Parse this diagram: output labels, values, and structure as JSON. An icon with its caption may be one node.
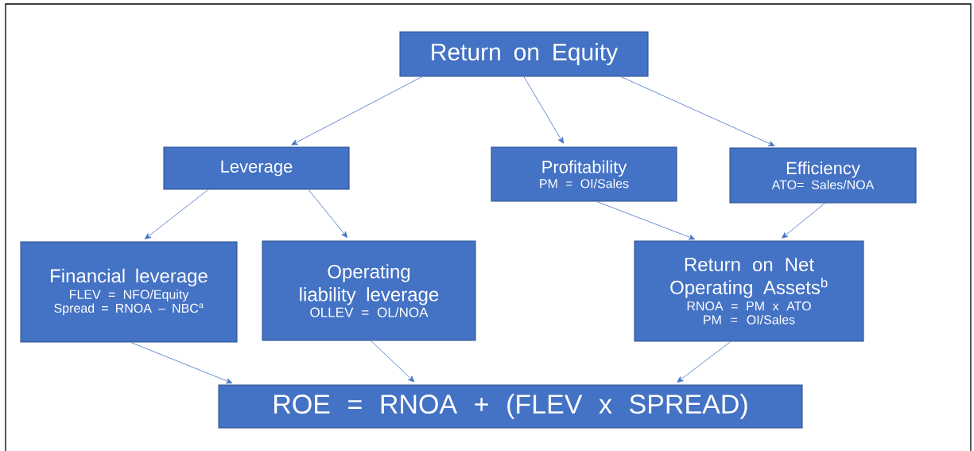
{
  "diagram": {
    "nodes": [
      {
        "text": [
          "Return on Equity"
        ]
      },
      {
        "text": [
          "Leverage"
        ]
      },
      {
        "text": [
          "Profitability",
          "PM = OI/Sales"
        ]
      },
      {
        "text": [
          "Efficiency",
          "ATO= Sales/NOA"
        ]
      },
      {
        "text": [
          "Financial leverage",
          "FLEV = NFO/Equity",
          "Spread = RNOA – NBC$^{a}$"
        ]
      },
      {
        "text": [
          "Operating liability leverage",
          "OLLEV = OL/NOA"
        ]
      },
      {
        "text": [
          "Return on Net Operating Assets$^{b}$",
          "RNOA = PM x ATO",
          "PM = OI/Sales"
        ]
      },
      {
        "text": [
          "ROE = RNOA + (FLEV x SPREAD)"
        ]
      }
    ],
    "edges": [
      {
        "from": 0,
        "to": 1,
        "arrow": "to"
      },
      {
        "from": 0,
        "to": 2,
        "arrow": "to"
      },
      {
        "from": 0,
        "to": 3,
        "arrow": "to"
      },
      {
        "from": 1,
        "to": 4,
        "arrow": "to"
      },
      {
        "from": 1,
        "to": 5,
        "arrow": "to"
      },
      {
        "from": 2,
        "to": 6,
        "arrow": "to"
      },
      {
        "from": 3,
        "to": 6,
        "arrow": "to"
      },
      {
        "from": 4,
        "to": 7,
        "arrow": "to"
      },
      {
        "from": 5,
        "to": 7,
        "arrow": "to"
      },
      {
        "from": 6,
        "to": 7,
        "arrow": "to"
      }
    ]
  }
}
